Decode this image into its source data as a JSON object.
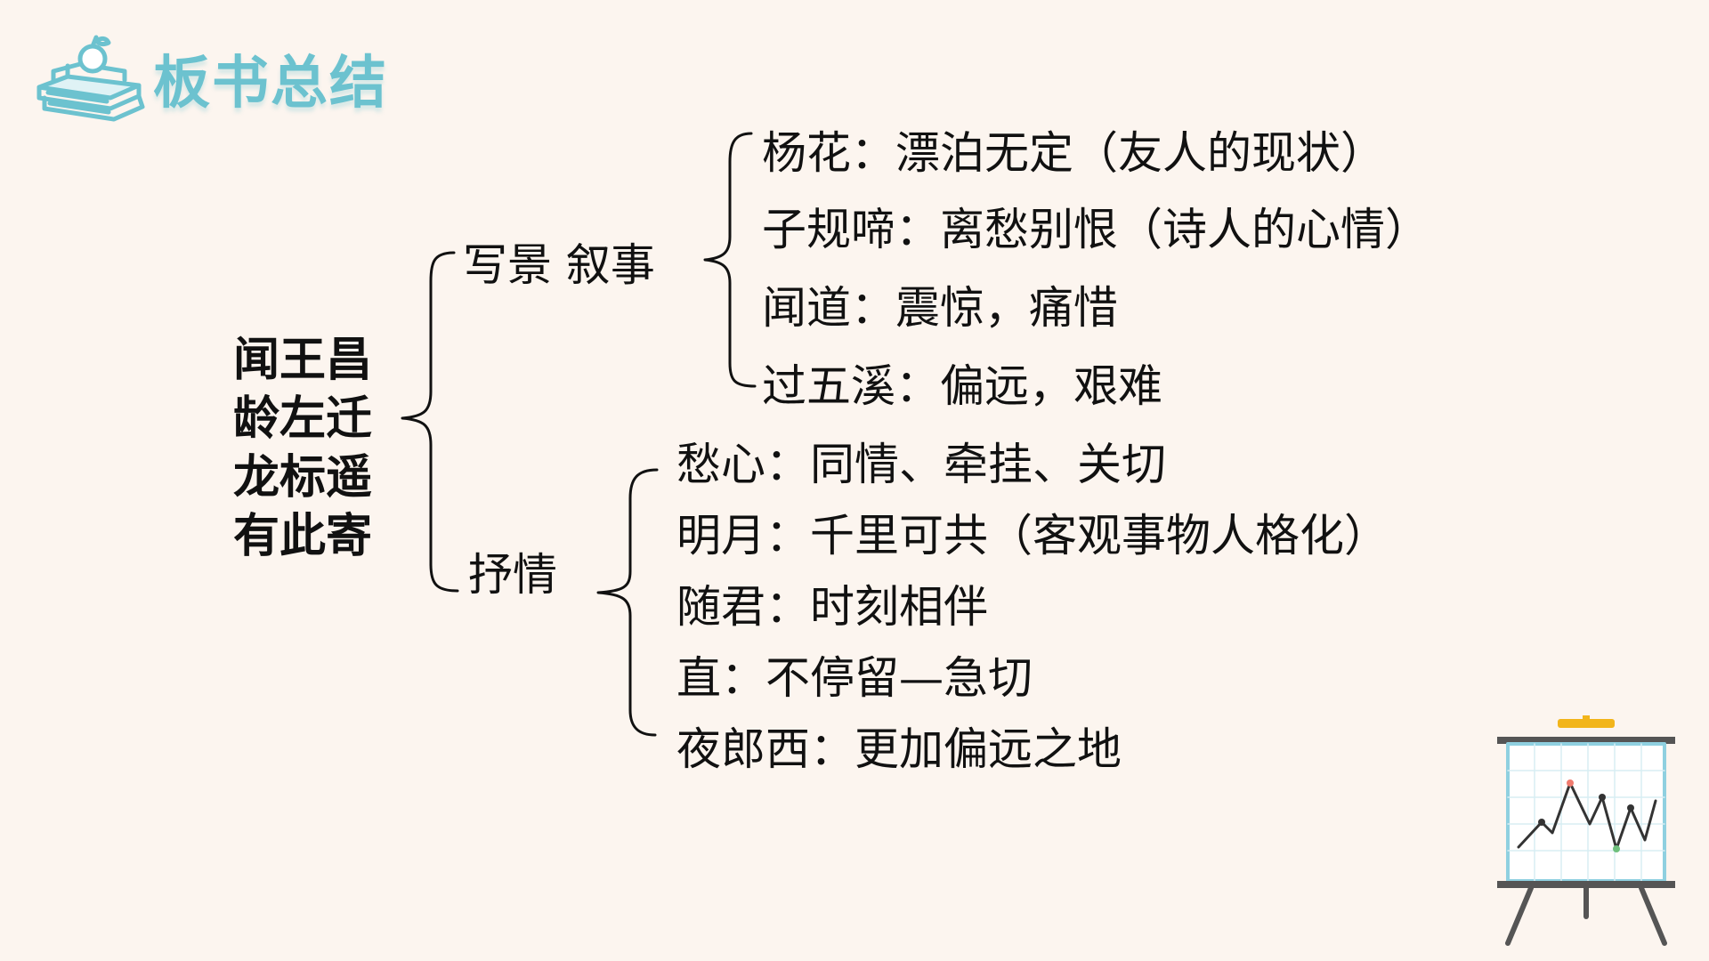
{
  "header": {
    "title": "板书总结",
    "icon": "book-apple-icon"
  },
  "root": {
    "lines": [
      "闻王昌",
      "龄左迁",
      "龙标遥",
      "有此寄"
    ]
  },
  "branches": [
    {
      "label": "写景 叙事",
      "items": [
        "杨花：漂泊无定（友人的现状）",
        "子规啼：离愁别恨（诗人的心情）",
        "闻道：震惊，痛惜",
        "过五溪：偏远，艰难"
      ]
    },
    {
      "label": "抒情",
      "items": [
        "愁心：同情、牵挂、关切",
        "明月：千里可共（客观事物人格化）",
        "随君：时刻相伴",
        "直：不停留—急切",
        "夜郎西：更加偏远之地"
      ]
    }
  ],
  "decor": {
    "easel_icon": "chart-easel-icon"
  },
  "colors": {
    "background": "#fcf5ef",
    "header": "#6cc2cf",
    "text": "#111111"
  }
}
